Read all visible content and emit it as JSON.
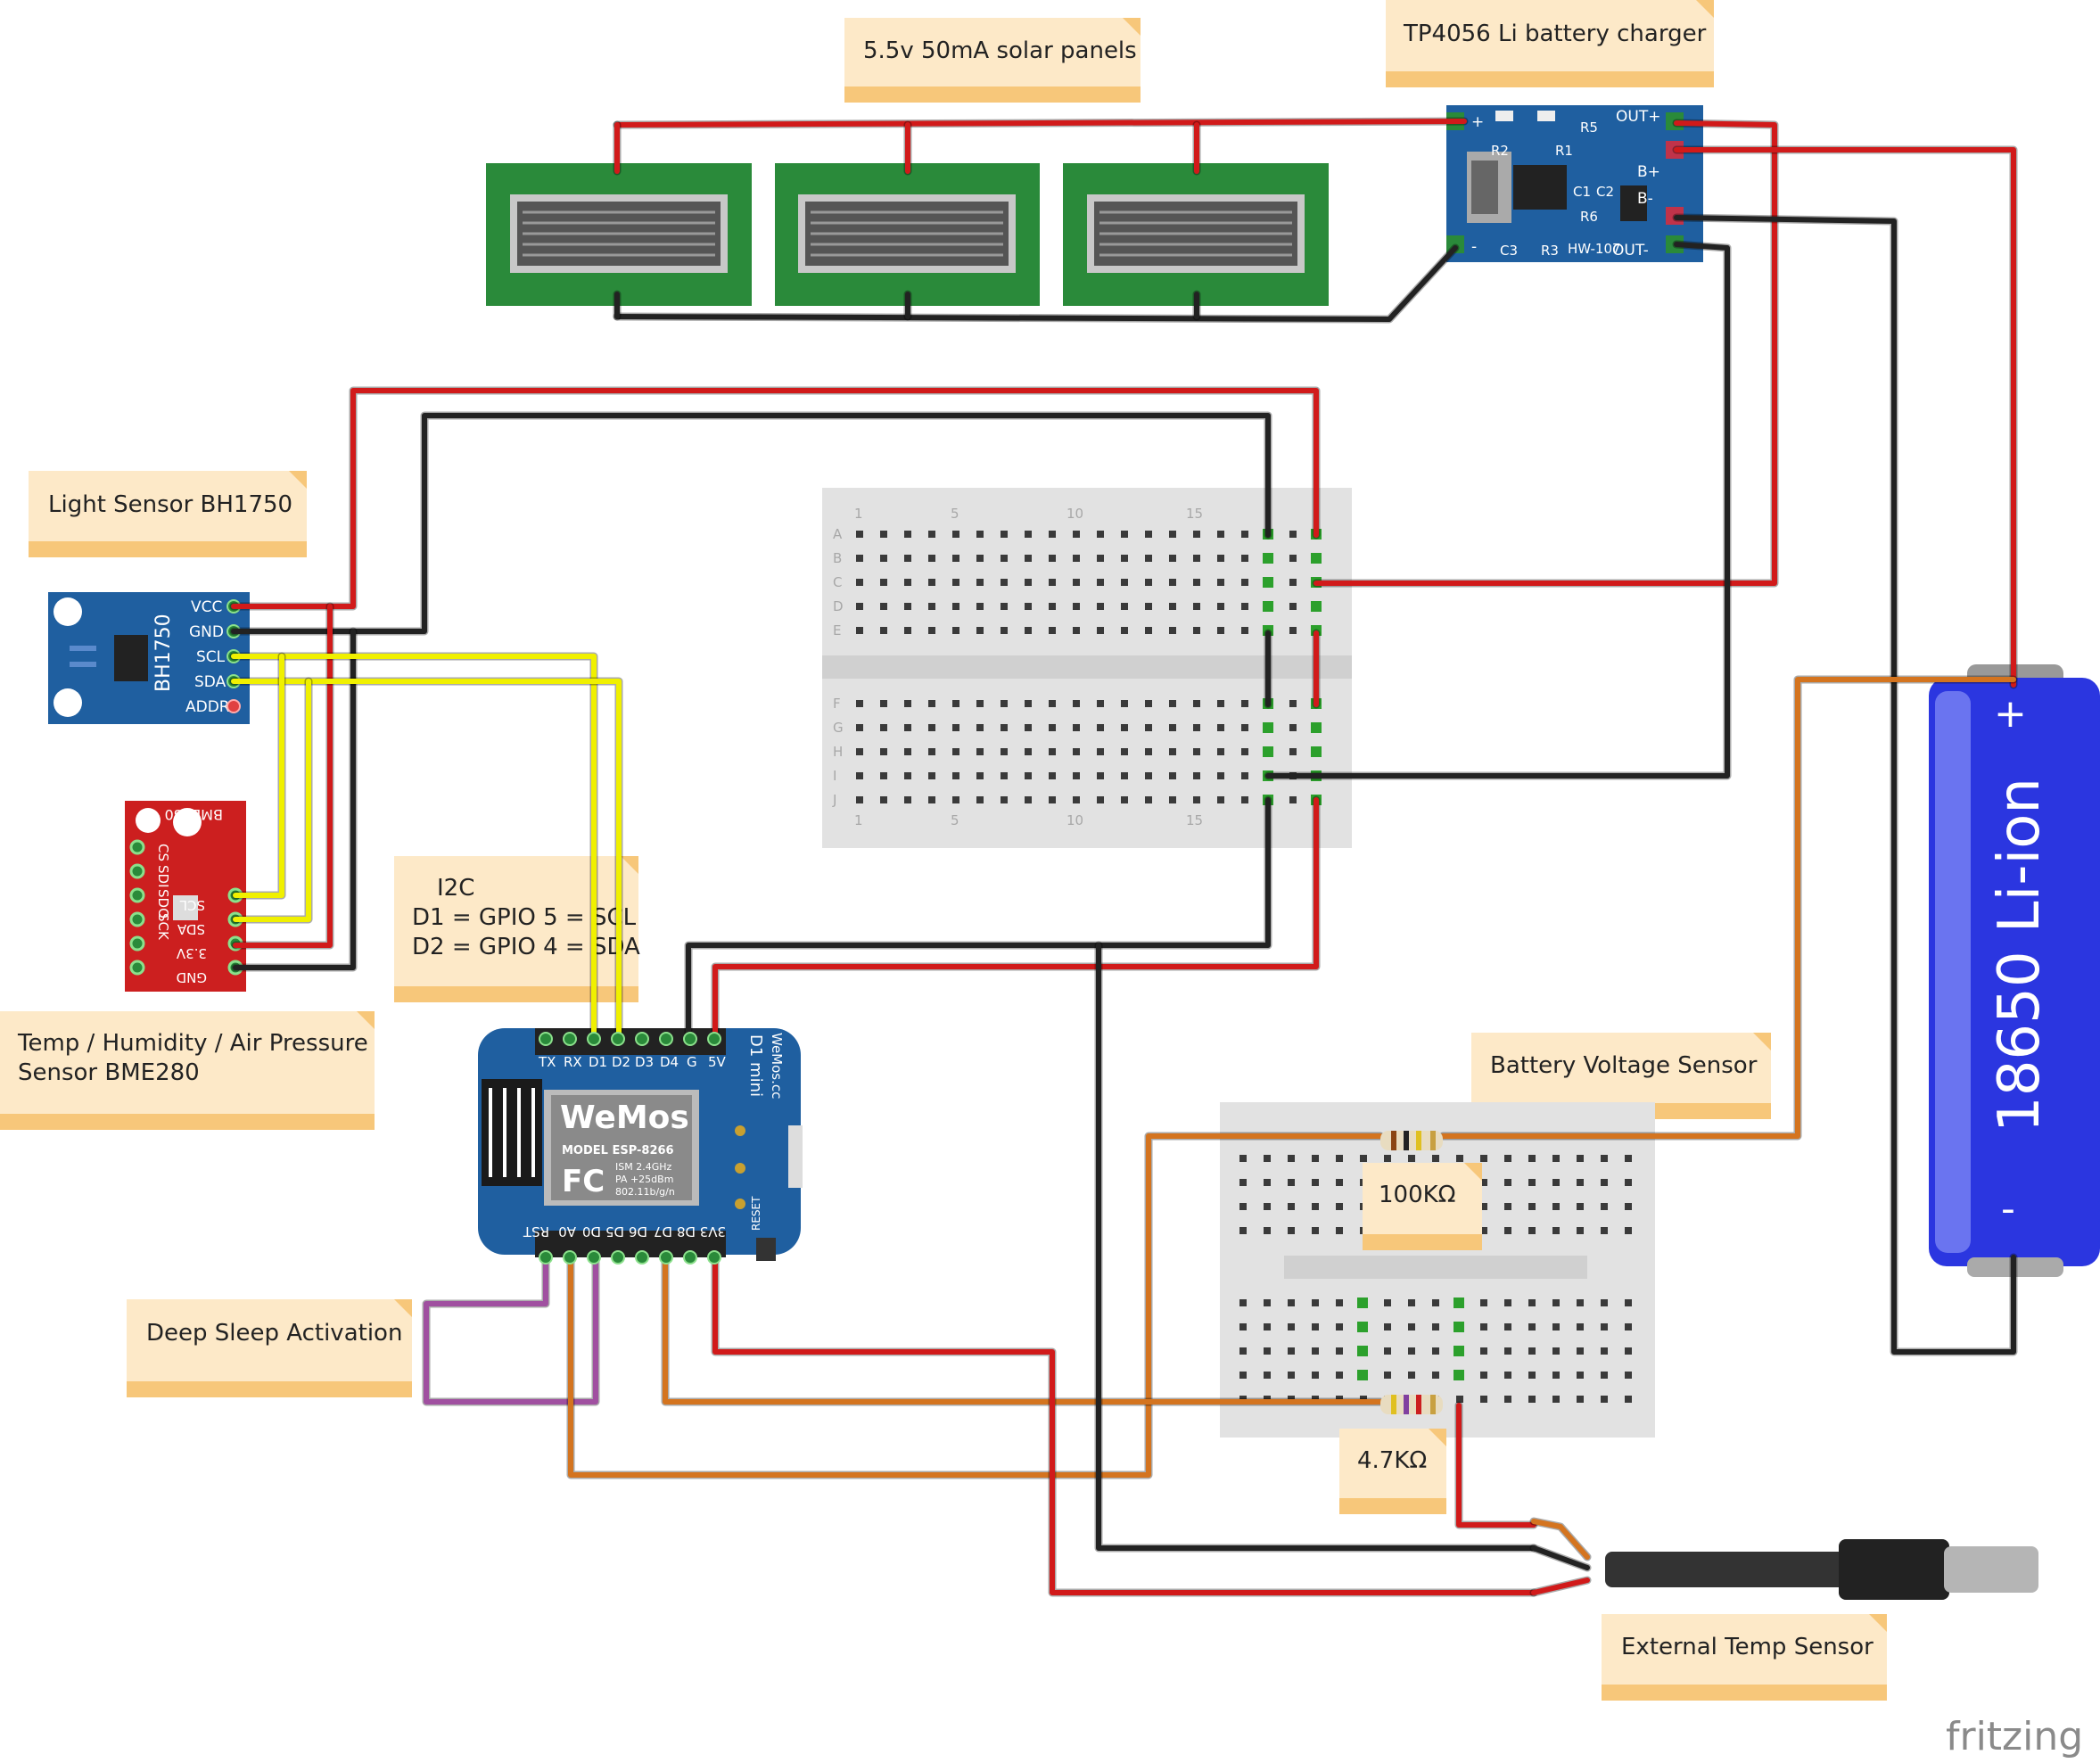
{
  "notes": {
    "solar": "5.5v 50mA solar panels",
    "charger": "TP4056 Li battery charger",
    "light": "Light Sensor BH1750",
    "bme_line1": "Temp / Humidity / Air Pressure",
    "bme_line2": "Sensor BME280",
    "i2c_title": "I2C",
    "i2c_line1": "D1 = GPIO 5 = SCL",
    "i2c_line2": "D2 = GPIO 4 = SDA",
    "battery_sensor": "Battery Voltage Sensor",
    "deep_sleep": "Deep Sleep Activation",
    "r100k": "100KΩ",
    "r4k7": "4.7KΩ",
    "ext_temp": "External Temp Sensor"
  },
  "bh1750": {
    "name": "BH1750",
    "pins": [
      "VCC",
      "GND",
      "SCL",
      "SDA",
      "ADDR"
    ]
  },
  "bme280": {
    "name": "BME280",
    "pins": [
      "SCL",
      "SDA",
      "3.3V",
      "GND"
    ],
    "side_pins": [
      "CS",
      "SDI",
      "SDO",
      "SCK"
    ]
  },
  "tp4056": {
    "labels": [
      "OUT+",
      "B+",
      "B-",
      "OUT-",
      "R5",
      "R2",
      "R1",
      "C1",
      "C2",
      "R6",
      "C3",
      "R3",
      "HW-107",
      "+",
      "-"
    ]
  },
  "wemos": {
    "top_pins": [
      "TX",
      "RX",
      "D1",
      "D2",
      "D3",
      "D4",
      "G",
      "5V"
    ],
    "bottom_pins": [
      "RST",
      "A0",
      "D0",
      "D5",
      "D6",
      "D7",
      "D8",
      "3V3"
    ],
    "brand": "WeMos",
    "model": "MODEL ESP-8266",
    "ism": "ISM 2.4GHz",
    "pa": "PA +25dBm",
    "wifi": "802.11b/g/n",
    "fc": "FC",
    "side": "D1 mini",
    "site": "WeMos.cc",
    "reset": "RESET"
  },
  "breadboard": {
    "rows_top": [
      "A",
      "B",
      "C",
      "D",
      "E"
    ],
    "rows_bottom": [
      "F",
      "G",
      "H",
      "I",
      "J"
    ],
    "cols": [
      "1",
      "5",
      "10",
      "15"
    ]
  },
  "battery": {
    "label": "18650 Li-ion",
    "plus": "+",
    "minus": "-"
  },
  "brand": "fritzing",
  "colors": {
    "red_wire": "#d11a1a",
    "black_wire": "#222222",
    "yellow_wire": "#f0f000",
    "orange_wire": "#d4741f",
    "purple_wire": "#a050a0",
    "note_bg": "#fde9c8",
    "note_bar": "#f7c77a",
    "pcb_blue": "#1f5fa0",
    "pcb_red": "#cc1f1f",
    "panel_green": "#2a8a3a",
    "battery_blue": "#2b36e0"
  }
}
